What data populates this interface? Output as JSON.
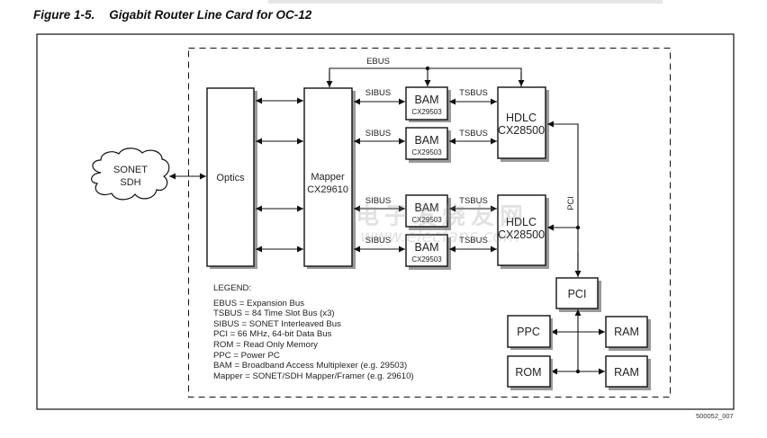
{
  "figure": {
    "number": "Figure 1-5.",
    "title": "Gigabit Router Line Card for OC-12",
    "id_label": "500052_007"
  },
  "nodes": {
    "cloud": {
      "line1": "SONET",
      "line2": "SDH"
    },
    "optics": {
      "label": "Optics"
    },
    "mapper": {
      "line1": "Mapper",
      "line2": "CX29610"
    },
    "bam": [
      {
        "label": "BAM",
        "part": "CX29503"
      },
      {
        "label": "BAM",
        "part": "CX29503"
      },
      {
        "label": "BAM",
        "part": "CX29503"
      },
      {
        "label": "BAM",
        "part": "CX29503"
      }
    ],
    "hdlc": [
      {
        "line1": "HDLC",
        "line2": "CX28500"
      },
      {
        "line1": "HDLC",
        "line2": "CX28500"
      }
    ],
    "pci": {
      "label": "PCI"
    },
    "ppc": {
      "label": "PPC"
    },
    "rom": {
      "label": "ROM"
    },
    "ram": [
      {
        "label": "RAM"
      },
      {
        "label": "RAM"
      }
    ]
  },
  "buses": {
    "ebus": "EBUS",
    "sibus": [
      "SIBUS",
      "SIBUS",
      "SIBUS",
      "SIBUS"
    ],
    "tsbus": [
      "TSBUS",
      "TSBUS",
      "TSBUS",
      "TSBUS"
    ],
    "pci": "PCI"
  },
  "legend": {
    "heading": "LEGEND:",
    "items": [
      "EBUS = Expansion Bus",
      "TSBUS = 84 Time Slot Bus (x3)",
      "SIBUS = SONET Interleaved Bus",
      "PCI = 66 MHz, 64-bit Data Bus",
      "ROM = Read Only Memory",
      "PPC = Power PC",
      "BAM = Broadband Access Multiplexer (e.g. 29503)",
      "Mapper = SONET/SDH Mapper/Framer (e.g. 29610)"
    ]
  },
  "watermark": {
    "cjk": "电子发烧友网",
    "url": "www.elecfans.com"
  }
}
